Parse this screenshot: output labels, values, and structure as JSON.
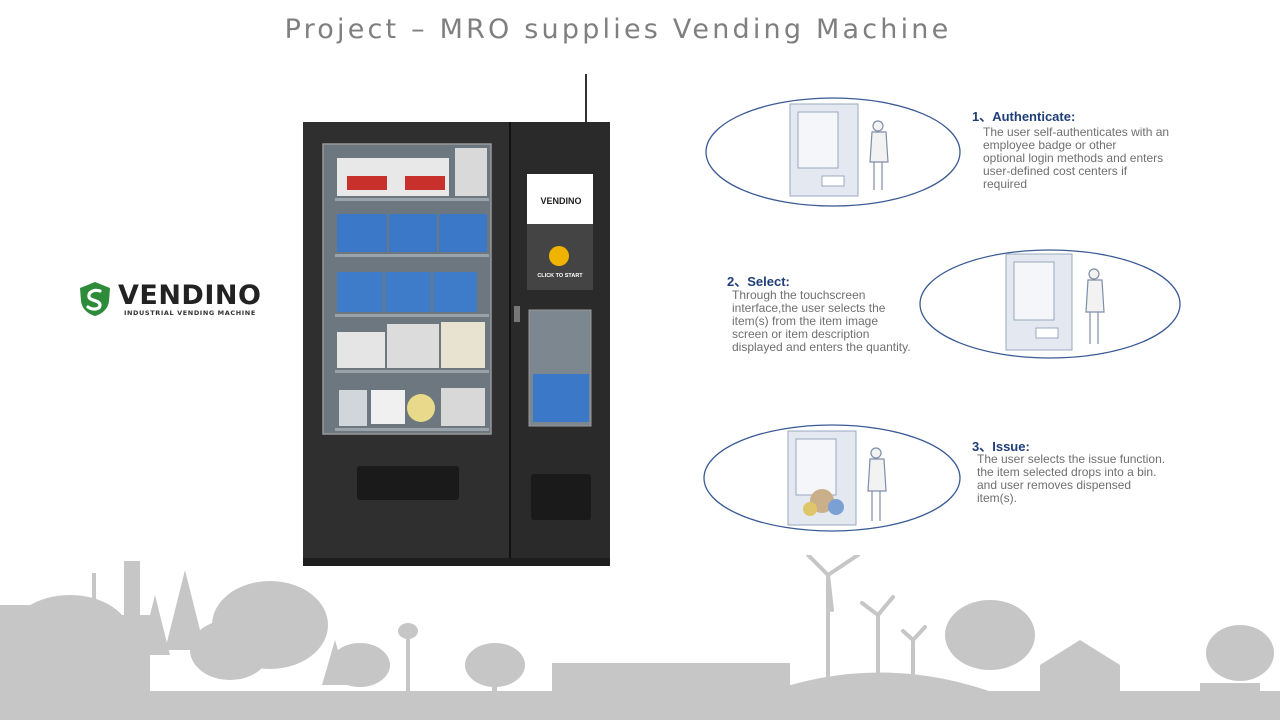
{
  "slide": {
    "title": "Project – MRO supplies Vending Machine"
  },
  "brand": {
    "name": "VENDINO",
    "tagline": "INDUSTRIAL VENDING MACHINE",
    "color": "#2e8b3a"
  },
  "machine_screen": {
    "brand": "VENDINO",
    "cta": "CLICK TO START"
  },
  "steps": [
    {
      "title": "1、Authenticate:",
      "lines": [
        "The user self-authenticates with an",
        "employee badge or other",
        "optional login methods and enters",
        "user-defined cost centers if",
        "required"
      ]
    },
    {
      "title": "2、Select:",
      "lines": [
        "Through the touchscreen",
        "interface,the user selects the",
        "item(s) from the item image",
        "screen or item description",
        "displayed and enters the quantity."
      ]
    },
    {
      "title": "3、Issue:",
      "lines": [
        "The user selects the issue function.",
        "the item selected drops into a bin.",
        "and user removes dispensed",
        "item(s)."
      ]
    }
  ]
}
